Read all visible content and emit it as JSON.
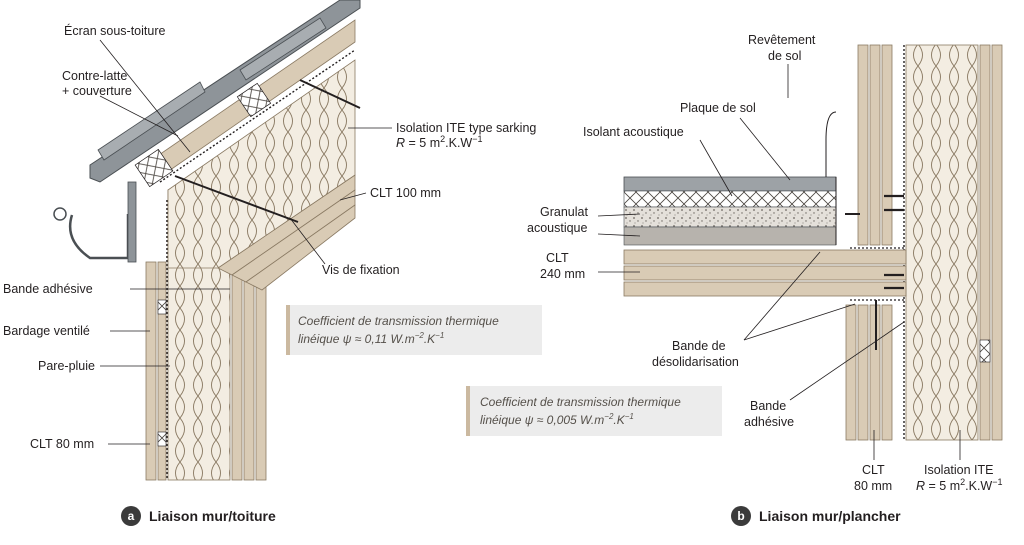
{
  "panel_a": {
    "badge": "a",
    "caption": "Liaison mur/toiture",
    "labels": {
      "ecran": "Écran sous-toiture",
      "contre_latte_1": "Contre-latte",
      "contre_latte_2": "+ couverture",
      "isolation_1": "Isolation ITE type sarking",
      "isolation_r": "R",
      "isolation_2": " = 5 m",
      "isolation_sup": "2",
      "isolation_3": ".K.W",
      "isolation_sup2": "−1",
      "clt100": "CLT 100 mm",
      "vis": "Vis de fixation",
      "bande": "Bande adhésive",
      "bardage": "Bardage ventilé",
      "pare_pluie": "Pare-pluie",
      "clt80": "CLT 80 mm"
    },
    "coef_1": "Coefficient de transmission thermique",
    "coef_2": "linéique ψ ≈ 0,11 W.m",
    "coef_sup1": "−2",
    "coef_3": ".K",
    "coef_sup2": "−1"
  },
  "panel_b": {
    "badge": "b",
    "caption": "Liaison mur/plancher",
    "labels": {
      "revetement_1": "Revêtement",
      "revetement_2": "de sol",
      "plaque": "Plaque de sol",
      "isolant": "Isolant acoustique",
      "granulat_1": "Granulat",
      "granulat_2": "acoustique",
      "clt240_1": "CLT",
      "clt240_2": "240 mm",
      "desol_1": "Bande de",
      "desol_2": "désolidarisation",
      "bande_1": "Bande",
      "bande_2": "adhésive",
      "clt80_1": "CLT",
      "clt80_2": "80 mm",
      "iso_1": "Isolation ITE",
      "iso_r": "R",
      "iso_2": " = 5 m",
      "iso_sup": "2",
      "iso_3": ".K.W",
      "iso_sup2": "−1"
    },
    "coef_1": "Coefficient de transmission thermique",
    "coef_2": "linéique ψ ≈ 0,005 W.m",
    "coef_sup1": "−2",
    "coef_3": ".K",
    "coef_sup2": "−1"
  },
  "colors": {
    "wood": "#d9cbb5",
    "wood_line": "#8a7a63",
    "insulation": "#f3ede2",
    "roof_tile": "#8e9499",
    "badge": "#3b3b3b",
    "coef_box": "#ececec",
    "coef_accent": "#cbb9a0"
  }
}
